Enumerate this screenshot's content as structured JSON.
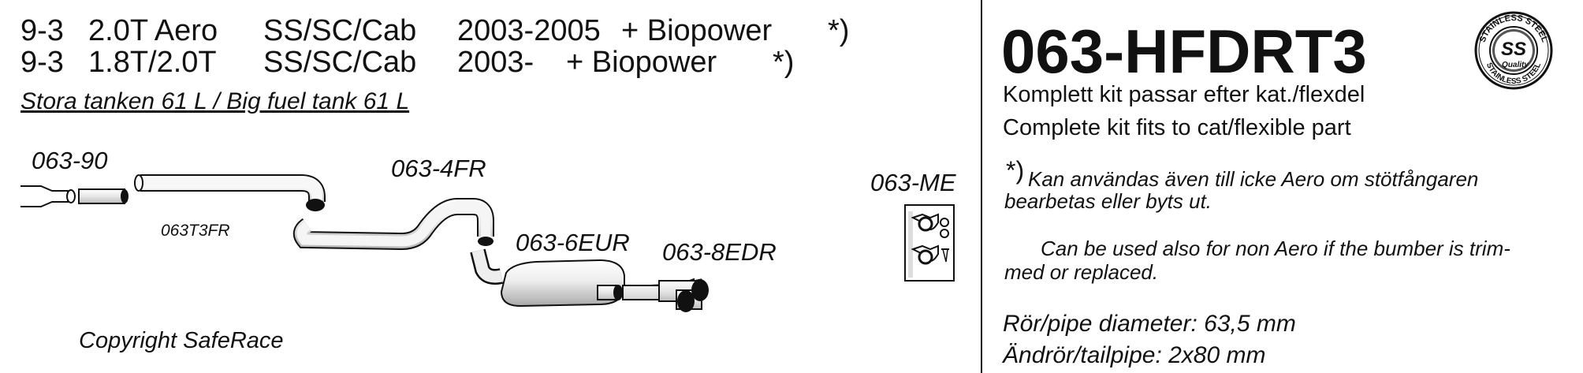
{
  "header": {
    "line1": {
      "model": "9-3",
      "engine": "2.0T Aero",
      "body": "SS/SC/Cab",
      "years": "2003-2005",
      "option": "+ Biopower",
      "note_mark": "*)"
    },
    "line2": {
      "model": "9-3",
      "engine": "1.8T/2.0T",
      "body": "SS/SC/Cab",
      "years": "2003-",
      "option": "+ Biopower",
      "note_mark": "*)"
    },
    "tank": "Stora tanken 61 L / Big fuel tank 61 L"
  },
  "parts": {
    "front": "063-90",
    "front_pipe": "063T3FR",
    "mid_pipe": "063-4FR",
    "rear_silencer": "063-6EUR",
    "tailpipes": "063-8EDR",
    "mounting_kit": "063-ME"
  },
  "copyright": "Copyright SafeRace",
  "kit": {
    "part_number": "063-HFDRT3",
    "desc_sv": "Komplett kit passar efter kat./flexdel",
    "desc_en": "Complete kit fits to cat/flexible part",
    "note_mark": "*)",
    "note_sv_1": "Kan användas även till icke Aero om stötfångaren",
    "note_sv_2": "bearbetas eller byts ut.",
    "note_en_1": "Can be used also for non Aero if the bumber is trim-",
    "note_en_2": "med or replaced.",
    "pipe_diameter": "Rör/pipe diameter: 63,5 mm",
    "tailpipe": "Ändrör/tailpipe: 2x80 mm"
  },
  "badge": {
    "top_text": "STAINLESS STEEL",
    "center_text": "SS",
    "bottom_text": "Quality",
    "rim_text": "STAINLESS STEEL"
  },
  "colors": {
    "ink": "#111111",
    "pipe_fill": "#f4f4f4",
    "pipe_dark": "#111111"
  }
}
